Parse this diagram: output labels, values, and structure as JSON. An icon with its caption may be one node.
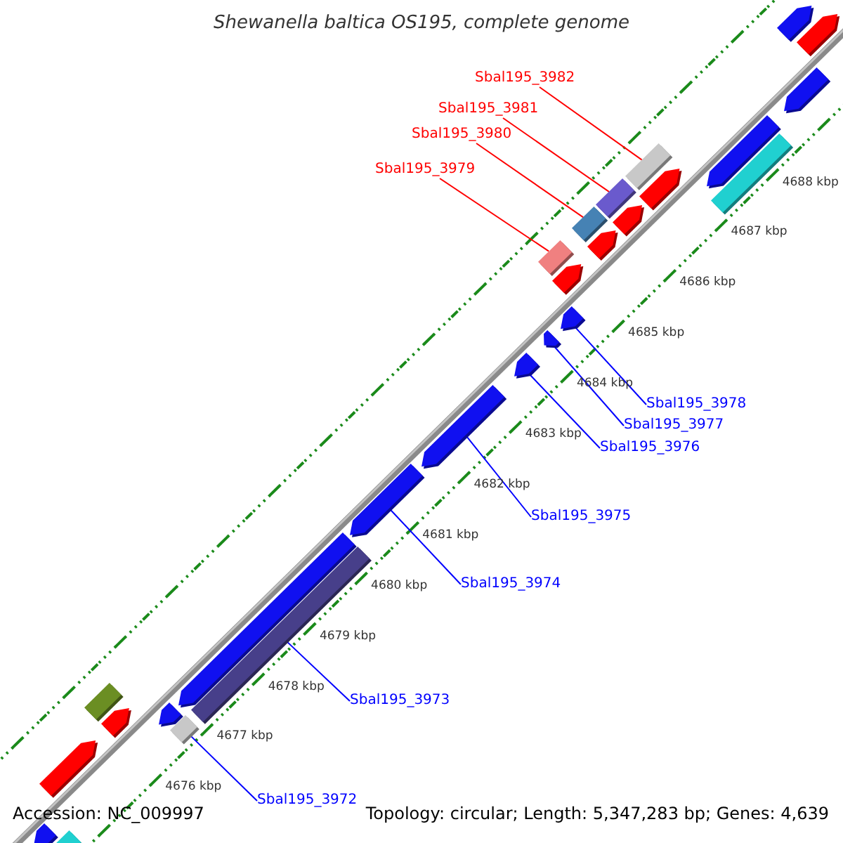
{
  "diagram": {
    "title": "Shewanella baltica OS195, complete genome",
    "nodes": [
      {
        "text": [
          "Sbal195_3982"
        ]
      },
      {
        "text": [
          "Sbal195_3981"
        ]
      },
      {
        "text": [
          "Sbal195_3980"
        ]
      },
      {
        "text": [
          "Sbal195_3979"
        ]
      },
      {
        "text": [
          "Sbal195_3978"
        ]
      },
      {
        "text": [
          "Sbal195_3977"
        ]
      },
      {
        "text": [
          "Sbal195_3976"
        ]
      },
      {
        "text": [
          "Sbal195_3975"
        ]
      },
      {
        "text": [
          "Sbal195_3974"
        ]
      },
      {
        "text": [
          "Sbal195_3973"
        ]
      },
      {
        "text": [
          "Sbal195_3972"
        ]
      },
      {
        "text": [],
        "shape": "bar"
      },
      {
        "text": [],
        "shape": "bar"
      },
      {
        "text": [],
        "shape": "bar"
      },
      {
        "text": [],
        "shape": "bar"
      },
      {
        "text": [],
        "shape": "bar"
      },
      {
        "text": [],
        "shape": "bar"
      },
      {
        "text": [],
        "shape": "bar"
      },
      {
        "text": [],
        "shape": "bar"
      },
      {
        "text": [],
        "shape": "bar"
      },
      {
        "text": [],
        "shape": "bar"
      },
      {
        "text": [],
        "shape": "bar"
      },
      {
        "text": [],
        "shape": "bar"
      },
      {
        "text": [],
        "shape": "bar"
      },
      {
        "text": [],
        "shape": "bar"
      },
      {
        "text": [],
        "shape": "bar"
      },
      {
        "text": [],
        "shape": "bar"
      },
      {
        "text": [],
        "shape": "bar"
      },
      {
        "text": [],
        "shape": "bar"
      },
      {
        "text": [],
        "shape": "bar"
      },
      {
        "text": [],
        "shape": "bar"
      },
      {
        "text": [],
        "shape": "bar"
      },
      {
        "text": [],
        "shape": "bar"
      },
      {
        "text": [],
        "shape": "bar"
      },
      {
        "text": [],
        "shape": "bar"
      },
      {
        "text": [],
        "shape": "bar"
      },
      {
        "text": [],
        "shape": "bar"
      },
      {
        "text": [],
        "shape": "bar"
      }
    ],
    "edges": [
      {
        "from": 0,
        "to": 31,
        "arrow": "none",
        "color": "#ff0000"
      },
      {
        "from": 1,
        "to": 29,
        "arrow": "none",
        "color": "#ff0000"
      },
      {
        "from": 2,
        "to": 27,
        "arrow": "none",
        "color": "#ff0000"
      },
      {
        "from": 3,
        "to": 24,
        "arrow": "none",
        "color": "#ff0000"
      },
      {
        "from": 4,
        "to": 25,
        "arrow": "none"
      },
      {
        "from": 5,
        "to": 23,
        "arrow": "none"
      },
      {
        "from": 6,
        "to": 22,
        "arrow": "none"
      },
      {
        "from": 7,
        "to": 21,
        "arrow": "none"
      },
      {
        "from": 8,
        "to": 20,
        "arrow": "none"
      },
      {
        "from": 9,
        "to": 19,
        "arrow": "none"
      },
      {
        "from": 10,
        "to": 17,
        "arrow": "none"
      }
    ],
    "labels": [
      "4688 kbp",
      "4687 kbp",
      "4686 kbp",
      "4685 kbp",
      "4684 kbp",
      "4683 kbp",
      "4682 kbp",
      "4681 kbp",
      "4680 kbp",
      "4679 kbp",
      "4678 kbp",
      "4677 kbp",
      "4676 kbp",
      "Accession: NC_009997",
      "Topology: circular; Length: 5,347,283 bp; Genes: 4,639"
    ]
  }
}
